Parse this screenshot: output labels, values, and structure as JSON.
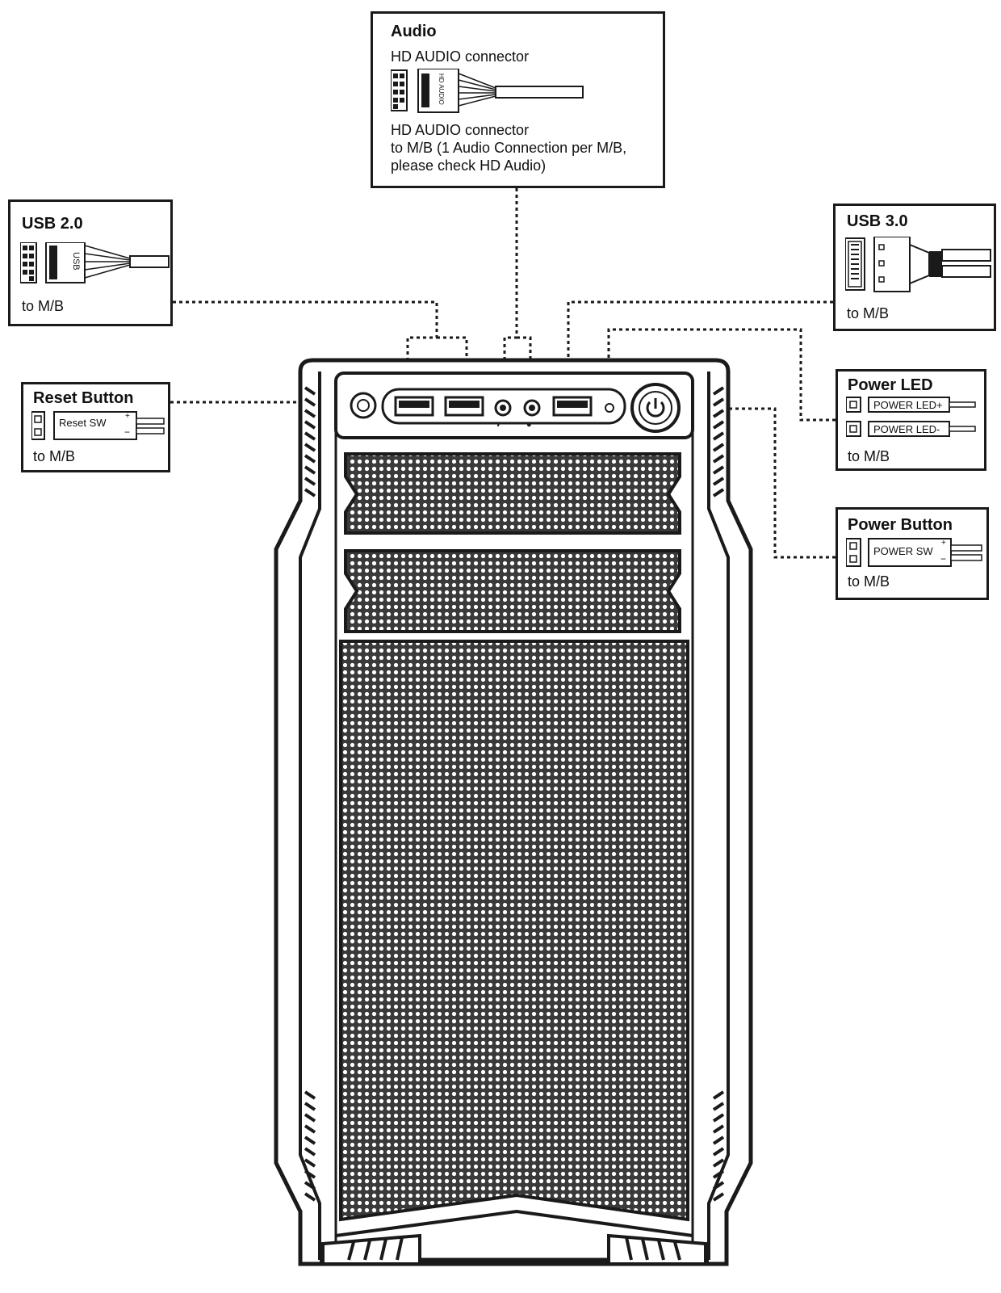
{
  "audio": {
    "title": "Audio",
    "connector_label": "HD AUDIO connector",
    "note_line1": "HD AUDIO connector",
    "note_line2": "to M/B (1 Audio Connection per M/B,",
    "note_line3": "please check HD Audio)",
    "plug_label": "HD AUDIO"
  },
  "usb2": {
    "title": "USB 2.0",
    "plug_label": "USB",
    "destination": "to M/B"
  },
  "usb3": {
    "title": "USB 3.0",
    "destination": "to M/B"
  },
  "reset": {
    "title": "Reset Button",
    "switch_label": "Reset SW",
    "plus": "+",
    "minus": "−",
    "destination": "to M/B"
  },
  "power_led": {
    "title": "Power LED",
    "plus_label": "POWER LED+",
    "minus_label": "POWER LED-",
    "destination": "to M/B"
  },
  "power_button": {
    "title": "Power Button",
    "switch_label": "POWER SW",
    "plus": "+",
    "minus": "−",
    "destination": "to M/B"
  },
  "icons": [
    "reset-icon",
    "power-icon",
    "headphone-icon",
    "microphone-icon"
  ],
  "colors": {
    "line": "#1a1a1a",
    "mesh": "#6e6e6e",
    "background": "#ffffff"
  }
}
